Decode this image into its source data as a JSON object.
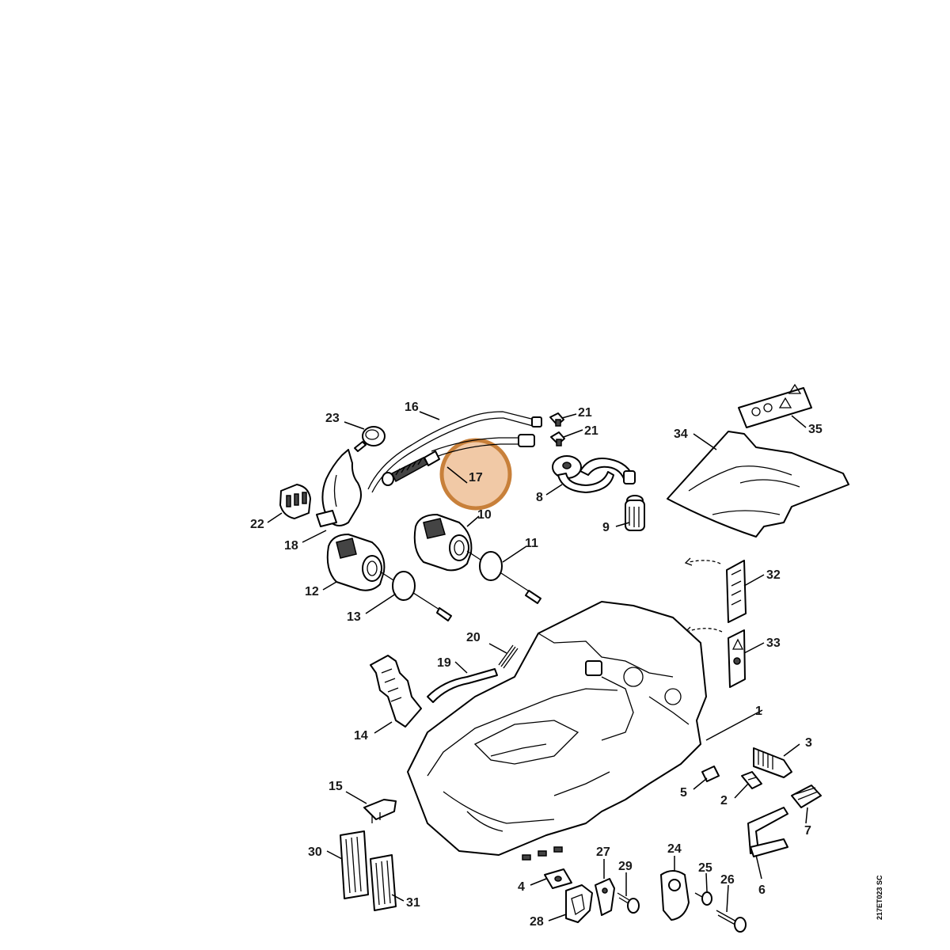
{
  "diagram": {
    "drawing_code": "217ET023 SC",
    "highlight_color": "#c8803a",
    "highlight_fill": "#f1c9a6",
    "highlighted_part": "17",
    "callouts": {
      "p1": "1",
      "p2": "2",
      "p3": "3",
      "p4": "4",
      "p5": "5",
      "p6": "6",
      "p7": "7",
      "p8": "8",
      "p9": "9",
      "p10": "10",
      "p11": "11",
      "p12": "12",
      "p13": "13",
      "p14": "14",
      "p15": "15",
      "p16": "16",
      "p17": "17",
      "p18": "18",
      "p19": "19",
      "p20": "20",
      "p21a": "21",
      "p21b": "21",
      "p22": "22",
      "p23": "23",
      "p24": "24",
      "p25": "25",
      "p26": "26",
      "p27": "27",
      "p28": "28",
      "p29": "29",
      "p30": "30",
      "p31": "31",
      "p32": "32",
      "p33": "33",
      "p34": "34",
      "p35": "35"
    }
  }
}
